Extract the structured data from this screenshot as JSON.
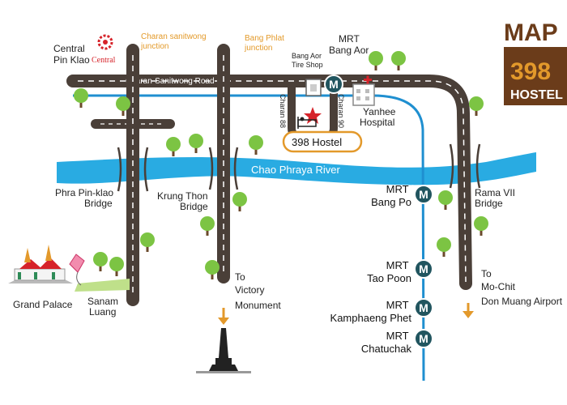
{
  "brand": {
    "title": "MAP",
    "number": "398",
    "subtitle": "HOSTEL"
  },
  "roads": {
    "charan_sanitwong": "Charan-Sanitwong Road",
    "charan_88": "Charan 88",
    "charan_90": "Charan 90"
  },
  "junctions": {
    "charan": [
      "Charan sanitwong",
      "junction"
    ],
    "bang_phlat": [
      "Bang Phlat",
      "junction"
    ]
  },
  "places": {
    "central": {
      "line1": "Central",
      "line2": "Pin Klao",
      "logo_text": "Central"
    },
    "tire_shop": [
      "Bang Aor",
      "Tire Shop"
    ],
    "yanhee": [
      "Yanhee",
      "Hospital"
    ],
    "hostel": "398 Hostel",
    "grand_palace": "Grand Palace",
    "sanam_luang": [
      "Sanam",
      "Luang"
    ],
    "victory": [
      "To",
      "Victory",
      "Monument"
    ],
    "mochit": [
      "To",
      "Mo-Chit",
      "Don Muang Airport"
    ]
  },
  "river": "Chao Phraya River",
  "bridges": {
    "pin_klao": [
      "Phra Pin-klao",
      "Bridge"
    ],
    "krung_thon": [
      "Krung Thon",
      "Bridge"
    ],
    "rama7": [
      "Rama VII",
      "Bridge"
    ]
  },
  "mrt": {
    "bang_aor": [
      "MRT",
      "Bang Aor"
    ],
    "bang_po": [
      "MRT",
      "Bang Po"
    ],
    "tao_poon": [
      "MRT",
      "Tao Poon"
    ],
    "kamphaeng_phet": [
      "MRT",
      "Kamphaeng Phet"
    ],
    "chatuchak": [
      "MRT",
      "Chatuchak"
    ],
    "symbol": "M"
  },
  "colors": {
    "road": "#4a3f38",
    "road_dash": "#ffffff",
    "river": "#29abe2",
    "mrt_line": "#1f8fd0",
    "mrt_badge": "#21555f",
    "tree": "#7cc443",
    "accent": "#e3992b",
    "brand_brown": "#6b3c1a",
    "central_red": "#d6232a"
  }
}
